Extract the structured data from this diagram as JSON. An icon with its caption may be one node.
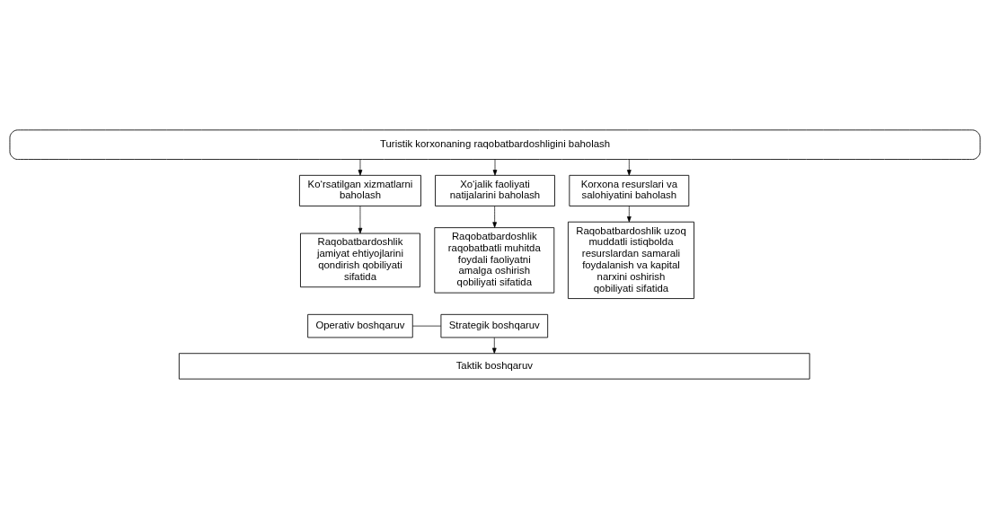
{
  "diagram": {
    "nodes": [
      {
        "text": [
          "Turistik korxonaning raqobatbardoshligini baholash"
        ]
      },
      {
        "text": [
          "Ko‘rsatilgan xizmatlarni baholash"
        ]
      },
      {
        "text": [
          "Xo‘jalik faoliyati natijalarini baholash"
        ]
      },
      {
        "text": [
          "Korxona resurslari va salohiyatini baholash"
        ]
      },
      {
        "text": [
          "Raqobatbardoshlik jamiyat ehtiyojlarini qondirish qobiliyati sifatida"
        ]
      },
      {
        "text": [
          "Raqobatbardoshlik raqobatbatli muhitda foydali faoliyatni amalga oshirish qobiliyati sifatida"
        ]
      },
      {
        "text": [
          "Raqobatbardoshlik uzoq muddatli istiqbolda resurslardan samarali foydalanish va kapital narxini oshirish qobiliyati sifatida"
        ]
      },
      {
        "text": [
          "Operativ boshqaruv"
        ]
      },
      {
        "text": [
          "Strategik boshqaruv"
        ]
      },
      {
        "text": [
          "Taktik boshqaruv"
        ]
      }
    ],
    "edges": [
      {
        "from": 0,
        "to": 1,
        "arrow": "to"
      },
      {
        "from": 0,
        "to": 2,
        "arrow": "to"
      },
      {
        "from": 0,
        "to": 3,
        "arrow": "to"
      },
      {
        "from": 1,
        "to": 4,
        "arrow": "to"
      },
      {
        "from": 2,
        "to": 5,
        "arrow": "to"
      },
      {
        "from": 3,
        "to": 6,
        "arrow": "to"
      },
      {
        "from": 7,
        "to": 8,
        "arrow": "none"
      },
      {
        "from": 8,
        "to": 9,
        "arrow": "to"
      }
    ]
  }
}
